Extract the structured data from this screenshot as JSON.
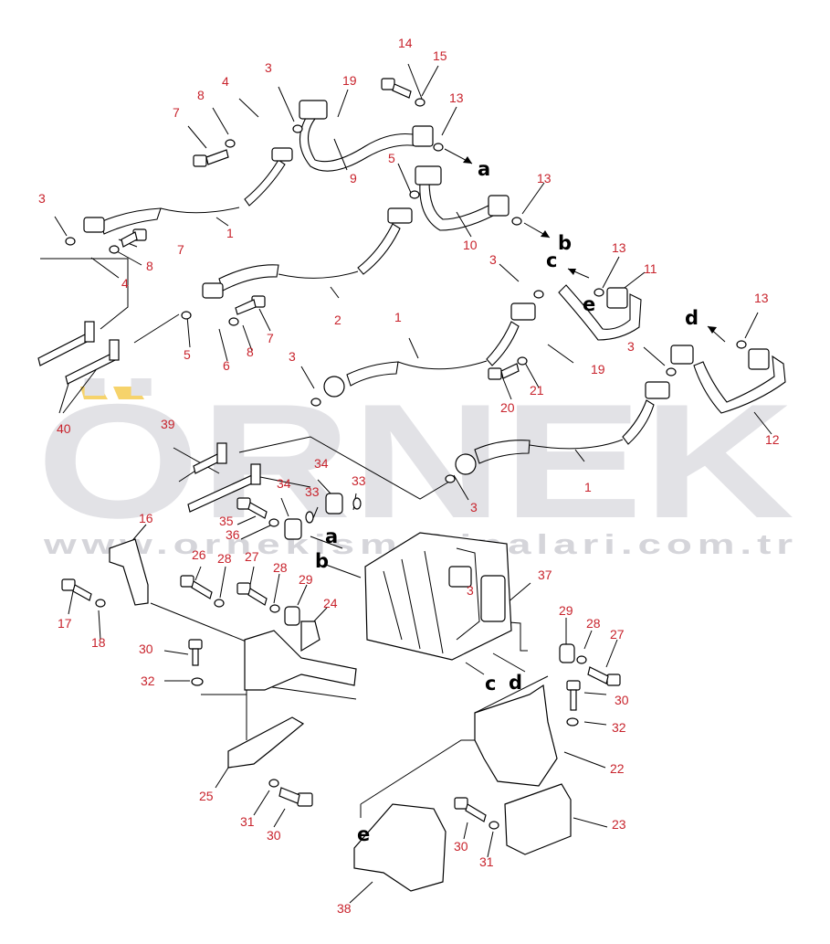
{
  "watermark": {
    "brand": "ÖRNEK",
    "url": "www.ornekismakinalari.com.tr",
    "accent_color": "#f6d36b",
    "text_color": "#e2e2e6"
  },
  "colors": {
    "label": "#c8232c",
    "lines": "#000000"
  },
  "callouts": [
    {
      "t": "14"
    },
    {
      "t": "15"
    },
    {
      "t": "19"
    },
    {
      "t": "3"
    },
    {
      "t": "4"
    },
    {
      "t": "8"
    },
    {
      "t": "7"
    },
    {
      "t": "13"
    },
    {
      "t": "9"
    },
    {
      "t": "5"
    },
    {
      "t": "13"
    },
    {
      "t": "3"
    },
    {
      "t": "1"
    },
    {
      "t": "10"
    },
    {
      "t": "7"
    },
    {
      "t": "8"
    },
    {
      "t": "4"
    },
    {
      "t": "13"
    },
    {
      "t": "11"
    },
    {
      "t": "3"
    },
    {
      "t": "2"
    },
    {
      "t": "13"
    },
    {
      "t": "5"
    },
    {
      "t": "6"
    },
    {
      "t": "8"
    },
    {
      "t": "7"
    },
    {
      "t": "1"
    },
    {
      "t": "3"
    },
    {
      "t": "19"
    },
    {
      "t": "3"
    },
    {
      "t": "20"
    },
    {
      "t": "21"
    },
    {
      "t": "12"
    },
    {
      "t": "40"
    },
    {
      "t": "39"
    },
    {
      "t": "34"
    },
    {
      "t": "34"
    },
    {
      "t": "33"
    },
    {
      "t": "33"
    },
    {
      "t": "1"
    },
    {
      "t": "3"
    },
    {
      "t": "35"
    },
    {
      "t": "36"
    },
    {
      "t": "16"
    },
    {
      "t": "26"
    },
    {
      "t": "28"
    },
    {
      "t": "27"
    },
    {
      "t": "28"
    },
    {
      "t": "29"
    },
    {
      "t": "37"
    },
    {
      "t": "3"
    },
    {
      "t": "17"
    },
    {
      "t": "18"
    },
    {
      "t": "24"
    },
    {
      "t": "29"
    },
    {
      "t": "28"
    },
    {
      "t": "27"
    },
    {
      "t": "30"
    },
    {
      "t": "32"
    },
    {
      "t": "30"
    },
    {
      "t": "32"
    },
    {
      "t": "22"
    },
    {
      "t": "25"
    },
    {
      "t": "31"
    },
    {
      "t": "30"
    },
    {
      "t": "23"
    },
    {
      "t": "30"
    },
    {
      "t": "31"
    },
    {
      "t": "38"
    }
  ],
  "connection_letters": [
    {
      "t": "a"
    },
    {
      "t": "b"
    },
    {
      "t": "c"
    },
    {
      "t": "e"
    },
    {
      "t": "d"
    },
    {
      "t": "a"
    },
    {
      "t": "b"
    },
    {
      "t": "c"
    },
    {
      "t": "d"
    },
    {
      "t": "e"
    }
  ]
}
